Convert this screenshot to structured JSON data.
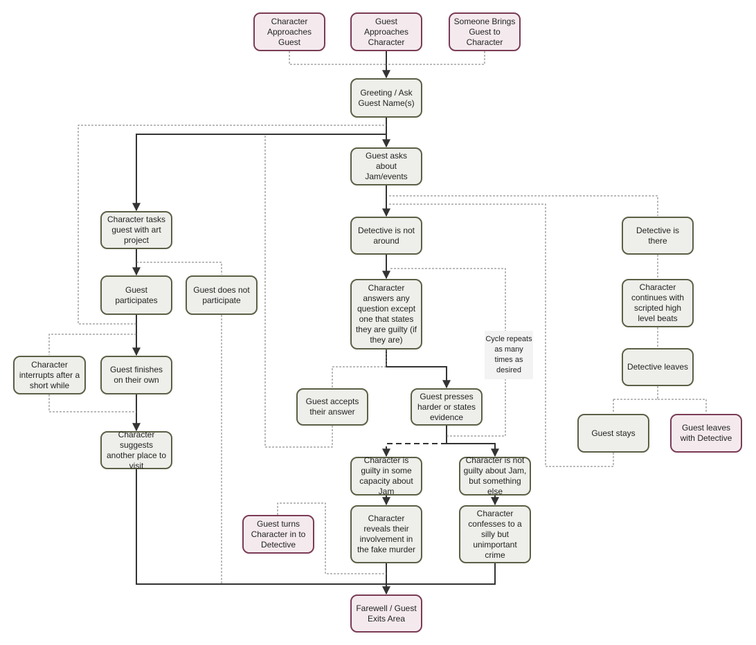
{
  "colors": {
    "node_fill": "#eeeeea",
    "node_border": "#5b5f45",
    "terminal_fill": "#f4eaee",
    "terminal_border": "#7a3b55",
    "edge": "#333333",
    "dashed_edge": "#777777"
  },
  "nodes": {
    "char_approaches": "Character Approaches Guest",
    "guest_approaches": "Guest Approaches Character",
    "someone_brings": "Someone Brings Guest to Character",
    "greeting": "Greeting / Ask Guest Name(s)",
    "asks_jam": "Guest asks about Jam/events",
    "tasks_art": "Character tasks guest with art project",
    "participates": "Guest participates",
    "not_participate": "Guest does not participate",
    "interrupts": "Character interrupts after a short while",
    "finishes": "Guest finishes on their own",
    "suggests": "Character suggests another place to visit",
    "det_not_around": "Detective is not around",
    "answers_any": "Character answers any question except one that states they are guilty (if they are)",
    "cycle_note": "Cycle repeats as many times as desired",
    "accepts": "Guest accepts their answer",
    "presses": "Guest presses harder or states evidence",
    "guilty_jam": "Character is guilty in some capacity about Jam",
    "not_guilty": "Character is not guilty about Jam, but something else",
    "reveals": "Character reveals their involvement in the fake murder",
    "confesses": "Character confesses to a silly but unimportant crime",
    "turns_in": "Guest turns Character in to Detective",
    "farewell": "Farewell / Guest Exits Area",
    "det_there": "Detective is there",
    "continues": "Character continues with scripted high level beats",
    "det_leaves": "Detective leaves",
    "stays": "Guest stays",
    "leaves_with": "Guest leaves with Detective"
  }
}
